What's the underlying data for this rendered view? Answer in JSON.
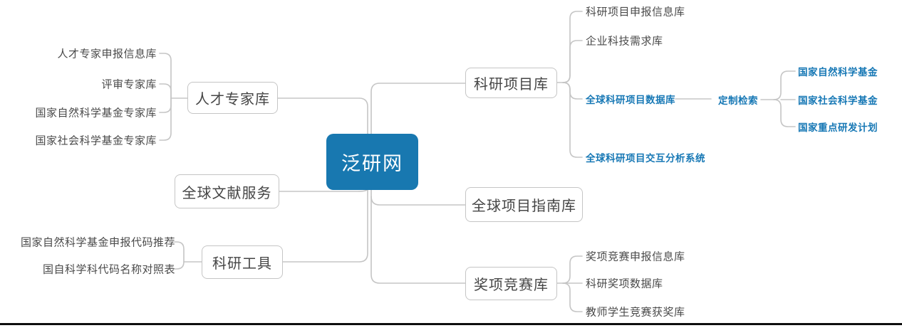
{
  "root": {
    "label": "泛研网"
  },
  "left": {
    "talent": {
      "label": "人才专家库",
      "children": [
        "人才专家申报信息库",
        "评审专家库",
        "国家自然科学基金专家库",
        "国家社会科学基金专家库"
      ]
    },
    "literature": {
      "label": "全球文献服务"
    },
    "tools": {
      "label": "科研工具",
      "children": [
        "国家自然科学基金申报代码推荐",
        "国自科学科代码名称对照表"
      ]
    }
  },
  "right": {
    "projects": {
      "label": "科研项目库",
      "children": [
        "科研项目申报信息库",
        "企业科技需求库",
        "全球科研项目数据库",
        "全球科研项目交互分析系统"
      ],
      "search": {
        "label": "定制检索",
        "children": [
          "国家自然科学基金",
          "国家社会科学基金",
          "国家重点研发计划"
        ]
      }
    },
    "guide": {
      "label": "全球项目指南库"
    },
    "awards": {
      "label": "奖项竞赛库",
      "children": [
        "奖项竞赛申报信息库",
        "科研奖项数据库",
        "教师学生竞赛获奖库"
      ]
    }
  },
  "colors": {
    "root_fill": "#1878b0",
    "link_text": "#1778b5",
    "line": "#c5c5c5",
    "text": "#4a4a4a"
  }
}
